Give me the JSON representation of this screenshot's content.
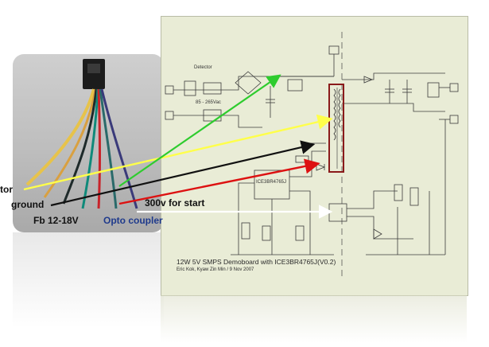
{
  "labels": {
    "tor": "tor",
    "ground": "ground",
    "fb": "Fb 12-18V",
    "opto": "Opto coupler",
    "start": "300v for start"
  },
  "schematic": {
    "caption_line1": "12W 5V SMPS Demoboard with ICE3BR4765J(V0.2)",
    "caption_line2": "Eric Kok, Kyaw Zin Min / 9 Nov 2007",
    "snubber": "Detector",
    "input_range": "85 - 265Vac",
    "ic_name": "ICE3BR4765J"
  },
  "colors": {
    "arrow_yellow": "#ffff4a",
    "arrow_green": "#2ecc2e",
    "arrow_black": "#111111",
    "arrow_red": "#dd1111",
    "arrow_white": "#ffffff",
    "transformer_box": "#8a1a1a"
  }
}
